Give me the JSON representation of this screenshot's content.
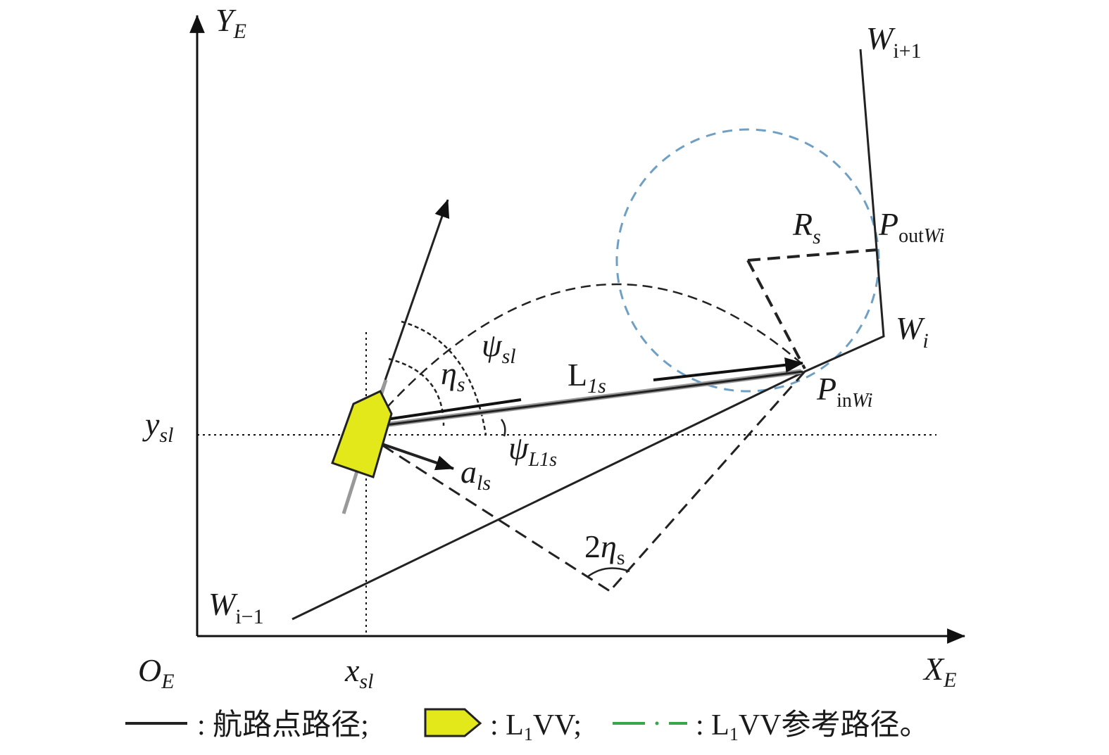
{
  "axes": {
    "y_label": "Y",
    "y_sub": "E",
    "x_label": "X",
    "x_sub": "E",
    "origin_label": "O",
    "origin_sub": "E",
    "xsl_label": "x",
    "xsl_sub": "sl",
    "ysl_label": "y",
    "ysl_sub": "sl"
  },
  "waypoints": {
    "w_next": {
      "main": "W",
      "sub": "i+1"
    },
    "w_i": {
      "main": "W",
      "sub": "i"
    },
    "w_prev": {
      "main": "W",
      "sub": "i−1"
    },
    "p_out": {
      "main": "P",
      "sub1": "out",
      "sub2": "Wi"
    },
    "p_in": {
      "main": "P",
      "sub1": "in",
      "sub2": "Wi"
    }
  },
  "symbols": {
    "radius": {
      "main": "R",
      "sub": "s"
    },
    "psi_sl": {
      "main": "ψ",
      "sub": "sl"
    },
    "eta_s": {
      "main": "η",
      "sub": "s"
    },
    "l1s": {
      "main": "L",
      "sub": "1s"
    },
    "psi_l1s": {
      "main": "ψ",
      "sub": "L1s"
    },
    "a_ls": {
      "main": "a",
      "sub": "ls"
    },
    "two_eta": {
      "prefix": "2",
      "main": "η",
      "sub": "s"
    }
  },
  "legend": {
    "item1_text": ": 航路点路径;",
    "item2_text_a": ": L",
    "item2_sub": "1",
    "item2_text_b": "VV;",
    "item3_text_a": ": L",
    "item3_sub": "1",
    "item3_text_b": "VV参考路径。"
  },
  "colors": {
    "vehicle_fill": "#e2e81a",
    "circle_stroke": "#6fa0c4",
    "legend_dashdot": "#3aa64a",
    "line": "#222222"
  }
}
